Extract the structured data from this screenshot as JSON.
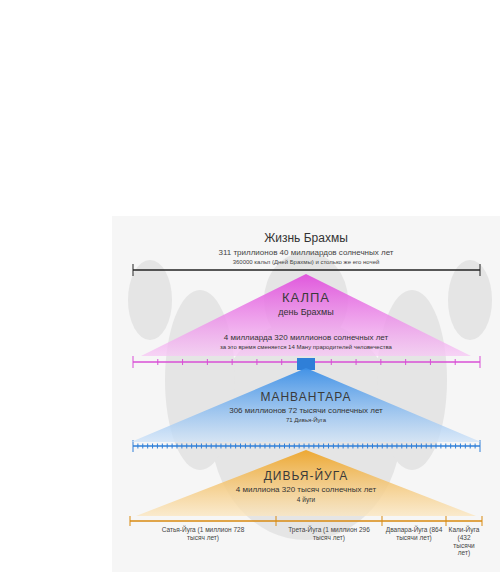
{
  "diagram": {
    "title": "Жизнь Брахмы",
    "nodes": [
      {
        "text": [
          "КАЛПА",
          "день Брахмы",
          "4 миллиарда 320 миллионов солнечных лет",
          "за это время сменяется 14 Ману прародителей человечества"
        ]
      },
      {
        "text": [
          "МАНВАНТАРА",
          "306 миллионов 72 тысячи солнечных лет",
          "71 Дивья-Йуга"
        ]
      },
      {
        "text": [
          "ДИВЬЯ-ЙУГА",
          "4 миллиона 320 тысяч солнечных лет",
          "4 йуги"
        ]
      }
    ],
    "labels": [
      "311 триллионов 40 миллиардов солнечных лет",
      "360000 кальп (Дней Брахмы) и столько же его ночей",
      "Сатья-Йуга (1 миллион 728 тысяч лет)",
      "Трета-Йуга (1 миллион 296 тысяч лет)",
      "Двапара-Йуга (864 тысячи лет)",
      "Кали-Йуга (432 тысячи лет)"
    ]
  }
}
